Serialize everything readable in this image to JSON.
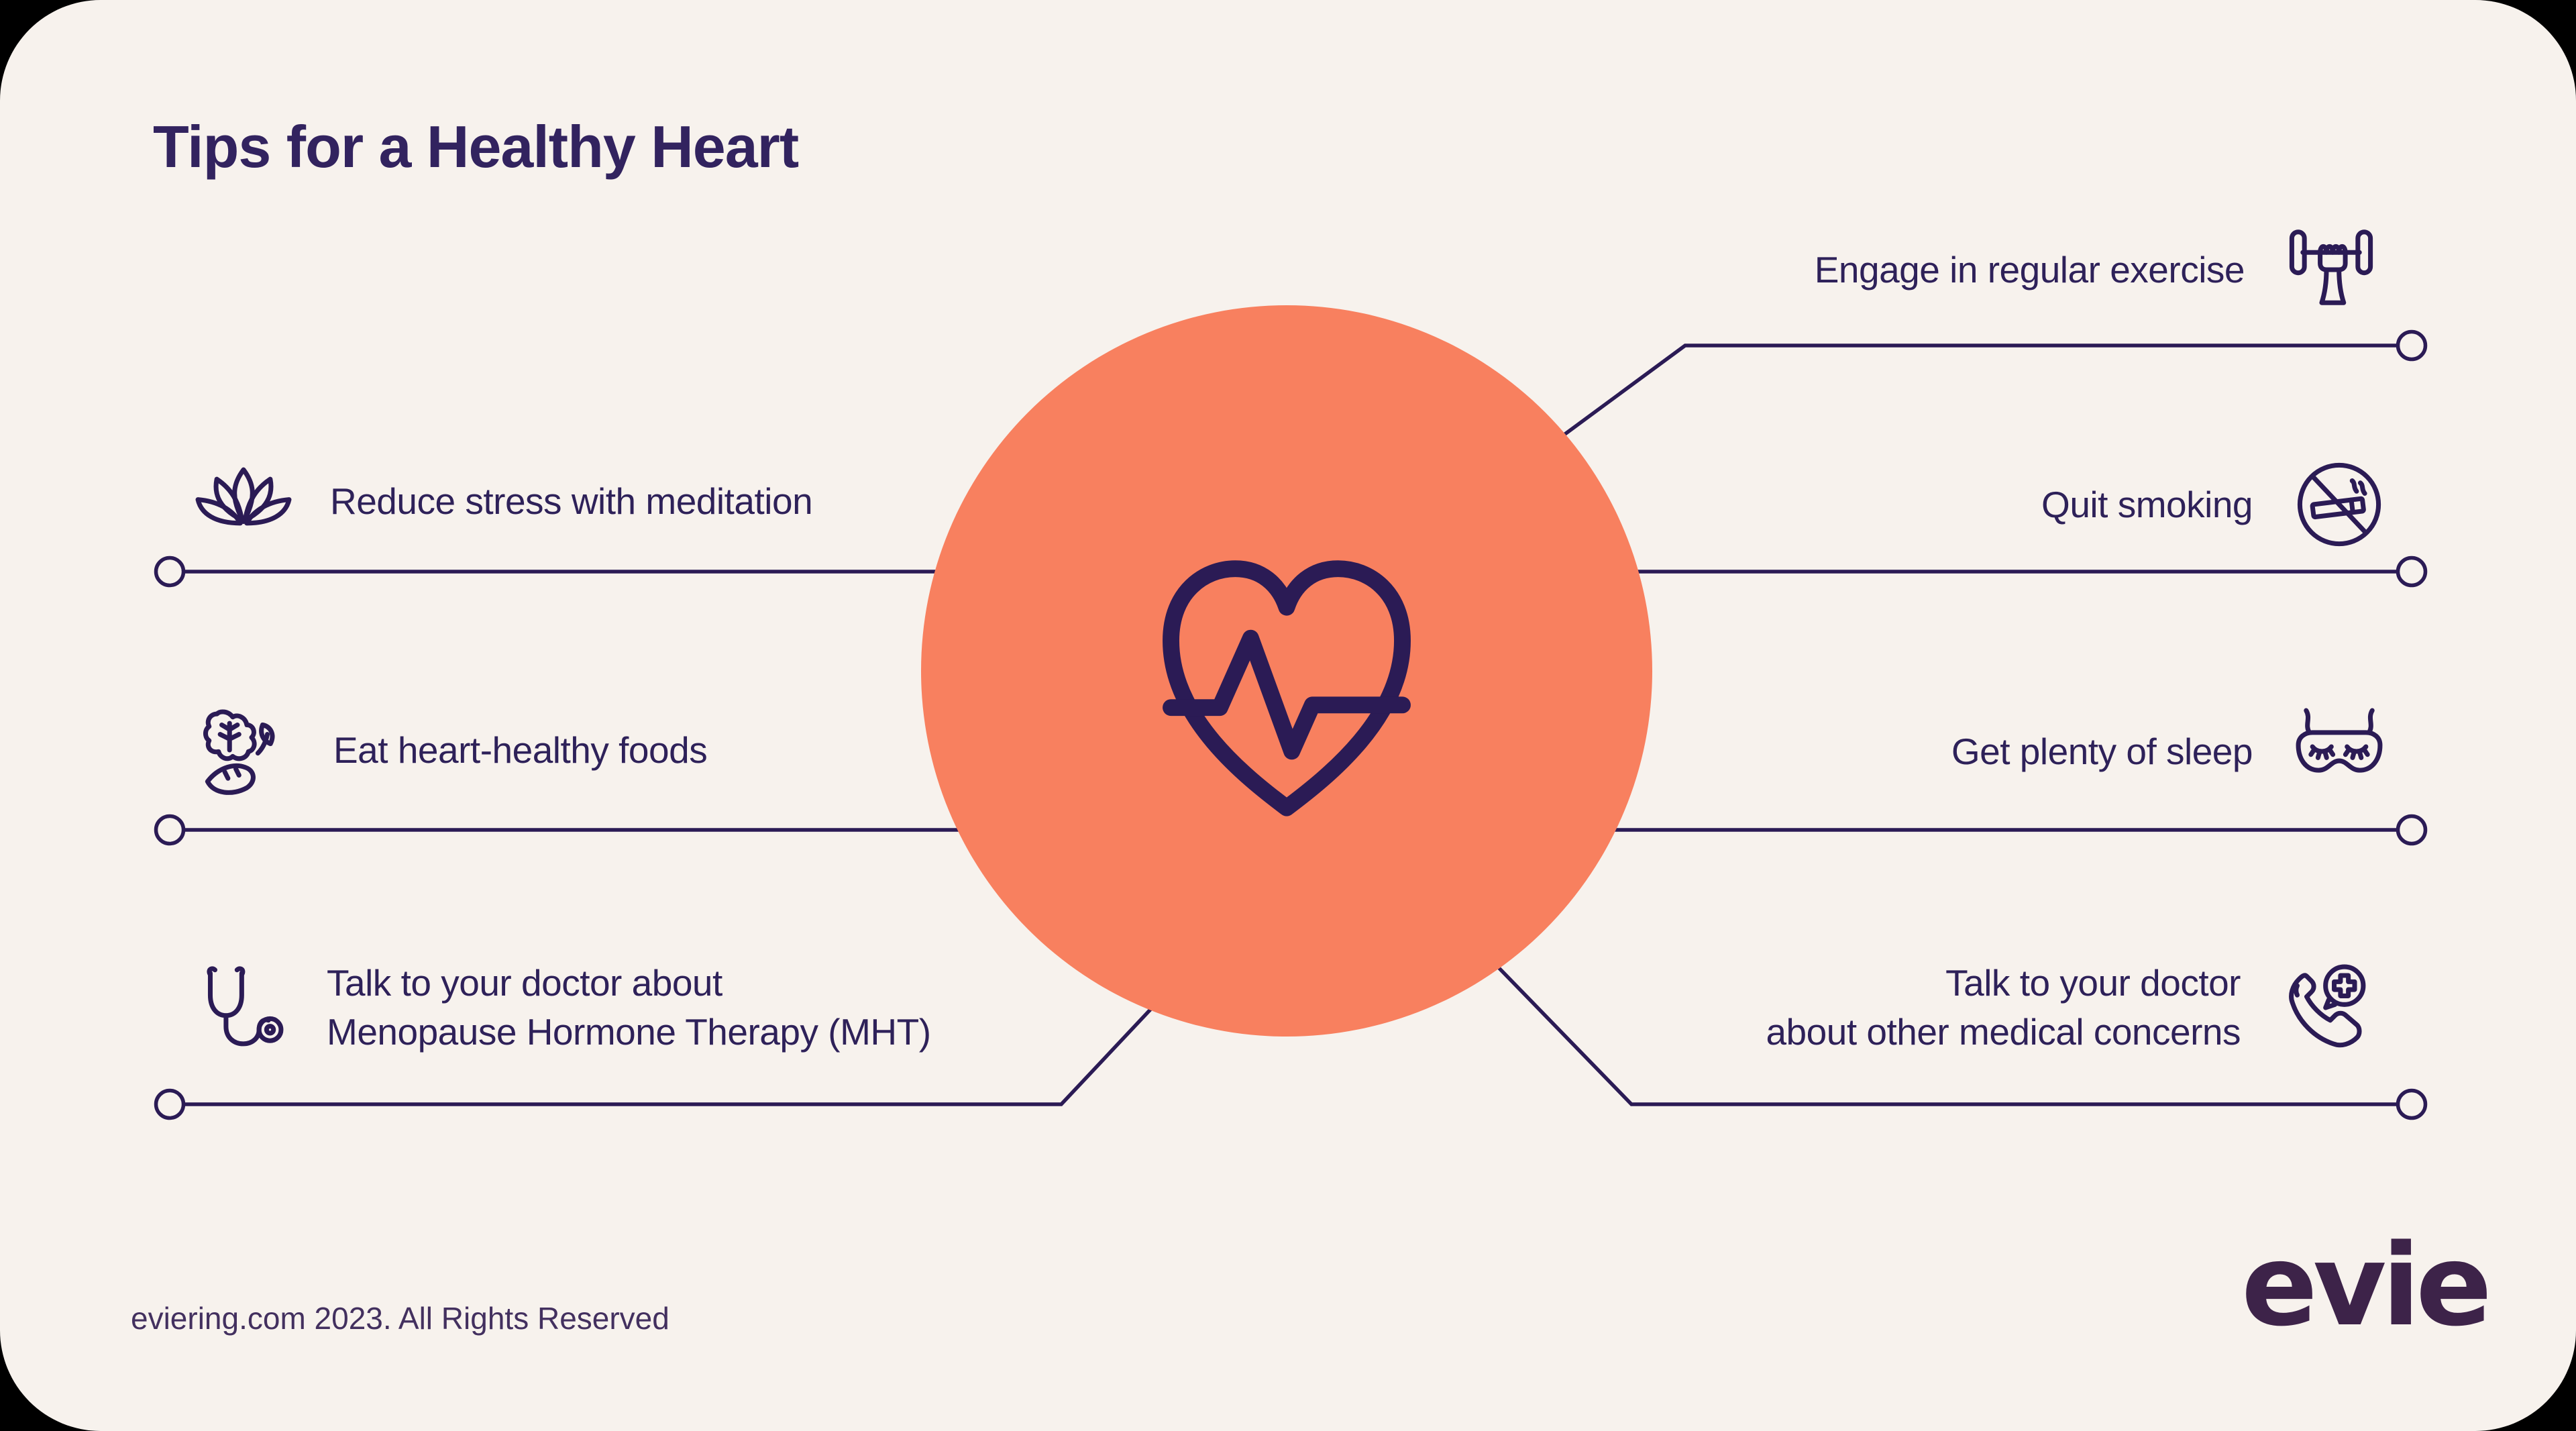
{
  "title": "Tips for a Healthy Heart",
  "tips": {
    "left": [
      {
        "icon": "lotus-icon",
        "lines": [
          "Reduce stress with meditation"
        ]
      },
      {
        "icon": "vegetables-icon",
        "lines": [
          "Eat heart-healthy foods"
        ]
      },
      {
        "icon": "stethoscope-icon",
        "lines": [
          "Talk to your doctor about",
          "Menopause Hormone Therapy (MHT)"
        ]
      }
    ],
    "right": [
      {
        "icon": "dumbbell-icon",
        "lines": [
          "Engage in regular exercise"
        ]
      },
      {
        "icon": "no-smoking-icon",
        "lines": [
          "Quit smoking"
        ]
      },
      {
        "icon": "sleep-mask-icon",
        "lines": [
          "Get plenty of sleep"
        ]
      },
      {
        "icon": "phone-medical-icon",
        "lines": [
          "Talk to your doctor",
          "about other medical concerns"
        ]
      }
    ]
  },
  "center": {
    "icon": "heartbeat-heart-icon"
  },
  "footer": {
    "copyright": "eviering.com 2023. All Rights Reserved",
    "logo_text": "evie"
  },
  "colors": {
    "background": "#f7f2ed",
    "accent_orange": "#f8805f",
    "ink_purple": "#2b1b55",
    "title_purple": "#32235f",
    "logo_plum": "#3d2349",
    "outer_background": "#000000"
  }
}
